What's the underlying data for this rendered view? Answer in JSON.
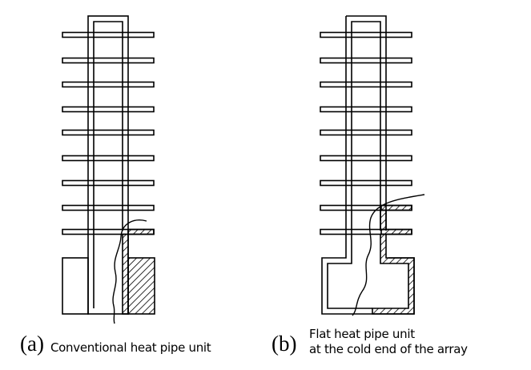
{
  "figure": {
    "panels": [
      {
        "letter": "(a)",
        "caption": [
          "Conventional heat pipe unit"
        ]
      },
      {
        "letter": "(b)",
        "caption": [
          "Flat heat pipe unit",
          "at the cold end of the array"
        ]
      }
    ],
    "fin_count": 9,
    "colors": {
      "line": "#000000",
      "background": "#ffffff"
    }
  }
}
